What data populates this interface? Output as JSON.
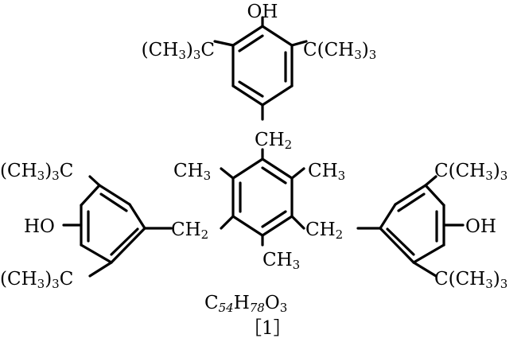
{
  "structure": {
    "top_hydroxyl": "OH",
    "top_left_tbutyl": {
      "main": "(CH",
      "sub": "3",
      "tail": ")",
      "sub2": "3",
      "end": "C"
    },
    "top_right_tbutyl": {
      "main": "C(CH",
      "sub": "3",
      "tail": ")",
      "sub2": "3"
    },
    "top_methylene": {
      "main": "CH",
      "sub": "2"
    },
    "center_methyl_left": {
      "main": "CH",
      "sub": "3"
    },
    "center_methyl_right": {
      "main": "CH",
      "sub": "3"
    },
    "center_methyl_bottom": {
      "main": "CH",
      "sub": "3"
    },
    "left_methylene": {
      "main": "CH",
      "sub": "2"
    },
    "right_methylene": {
      "main": "CH",
      "sub": "2"
    },
    "left_top_tbutyl": {
      "main": "(CH",
      "sub": "3",
      "tail": ")",
      "sub2": "3",
      "end": "C"
    },
    "left_bottom_tbutyl": {
      "main": "(CH",
      "sub": "3",
      "tail": ")",
      "sub2": "3",
      "end": "C"
    },
    "left_hydroxyl": "HO",
    "right_top_tbutyl": {
      "main": "C(CH",
      "sub": "3",
      "tail": ")",
      "sub2": "3"
    },
    "right_bottom_tbutyl": {
      "main": "C(CH",
      "sub": "3",
      "tail": ")",
      "sub2": "3"
    },
    "right_hydroxyl": "OH"
  },
  "formula": {
    "c": "C",
    "c_sub": "54",
    "h": "H",
    "h_sub": "78",
    "o": "O",
    "o_sub": "3"
  },
  "compound_label": "［1］"
}
